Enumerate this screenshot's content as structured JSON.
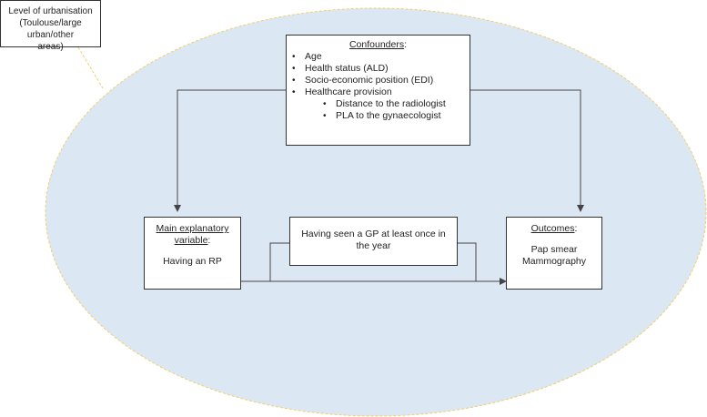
{
  "context_box": {
    "line1": "Level of urbanisation",
    "line2": "(Toulouse/large urban/other",
    "line3": "areas)"
  },
  "confounders": {
    "title": "Confounders",
    "title_suffix": ":",
    "items": [
      "Age",
      "Health status (ALD)",
      "Socio-economic position (EDI)",
      "Healthcare provision"
    ],
    "sub_items": [
      "Distance to the radiologist",
      "PLA to the gynaecologist"
    ]
  },
  "main_variable": {
    "title_line1": "Main explanatory",
    "title_line2": "variable",
    "title_suffix": ":",
    "value": "Having an RP"
  },
  "mediator": {
    "line1": "Having seen a GP at least once in",
    "line2": "the year"
  },
  "outcomes": {
    "title": "Outcomes",
    "title_suffix": ":",
    "items": [
      "Pap smear",
      "Mammography"
    ]
  },
  "colors": {
    "ellipse_fill": "#dbe7f3",
    "ellipse_border": "#f2cf6b",
    "box_border": "#333333",
    "arrow": "#444444"
  }
}
